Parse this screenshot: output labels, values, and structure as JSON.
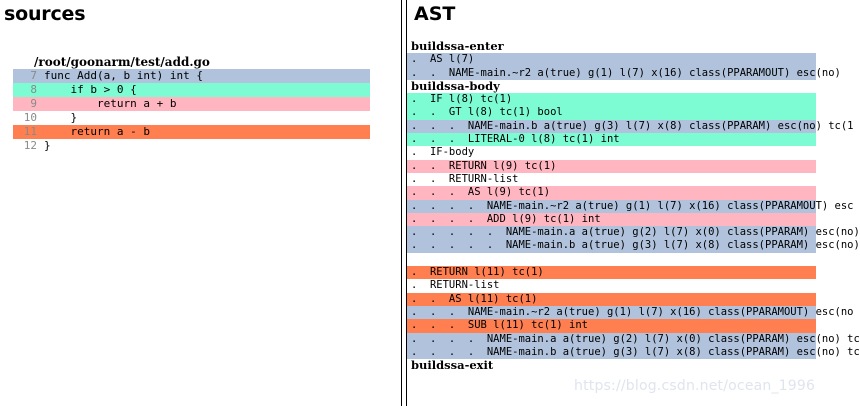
{
  "colors": {
    "blue": "#b0c2dc",
    "mint": "#7dfcd4",
    "pink": "#ffb6c1",
    "orange": "#ff7f50",
    "none": "#ffffff",
    "line_number": "#8a8a8a",
    "watermark": "#dfe4ee"
  },
  "sources": {
    "title": "sources",
    "filepath": "/root/goonarm/test/add.go",
    "lines": [
      {
        "number": "7",
        "code": "func Add(a, b int) int {",
        "highlight": "blue"
      },
      {
        "number": "8",
        "code": "    if b > 0 {",
        "highlight": "mint"
      },
      {
        "number": "9",
        "code": "        return a + b",
        "highlight": "pink"
      },
      {
        "number": "10",
        "code": "    }",
        "highlight": "none"
      },
      {
        "number": "11",
        "code": "    return a - b",
        "highlight": "orange"
      },
      {
        "number": "12",
        "code": "}",
        "highlight": "none"
      }
    ]
  },
  "ast": {
    "title": "AST",
    "lines": [
      {
        "text": "buildssa-enter",
        "highlight": "none",
        "kind": "header"
      },
      {
        "text": ".  AS l(7)",
        "highlight": "blue",
        "kind": "node"
      },
      {
        "text": ".  .  NAME-main.~r2 a(true) g(1) l(7) x(16) class(PPARAMOUT) esc(no)",
        "highlight": "blue",
        "kind": "node"
      },
      {
        "text": "buildssa-body",
        "highlight": "none",
        "kind": "header"
      },
      {
        "text": ".  IF l(8) tc(1)",
        "highlight": "mint",
        "kind": "node"
      },
      {
        "text": ".  .  GT l(8) tc(1) bool",
        "highlight": "mint",
        "kind": "node"
      },
      {
        "text": ".  .  .  NAME-main.b a(true) g(3) l(7) x(8) class(PPARAM) esc(no) tc(1",
        "highlight": "blue",
        "kind": "node"
      },
      {
        "text": ".  .  .  LITERAL-0 l(8) tc(1) int",
        "highlight": "mint",
        "kind": "node"
      },
      {
        "text": ".  IF-body",
        "highlight": "none",
        "kind": "node"
      },
      {
        "text": ".  .  RETURN l(9) tc(1)",
        "highlight": "pink",
        "kind": "node"
      },
      {
        "text": ".  .  RETURN-list",
        "highlight": "none",
        "kind": "node"
      },
      {
        "text": ".  .  .  AS l(9) tc(1)",
        "highlight": "pink",
        "kind": "node"
      },
      {
        "text": ".  .  .  .  NAME-main.~r2 a(true) g(1) l(7) x(16) class(PPARAMOUT) esc",
        "highlight": "blue",
        "kind": "node"
      },
      {
        "text": ".  .  .  .  ADD l(9) tc(1) int",
        "highlight": "pink",
        "kind": "node"
      },
      {
        "text": ".  .  .  .  .  NAME-main.a a(true) g(2) l(7) x(0) class(PPARAM) esc(no)",
        "highlight": "blue",
        "kind": "node"
      },
      {
        "text": ".  .  .  .  .  NAME-main.b a(true) g(3) l(7) x(8) class(PPARAM) esc(no)",
        "highlight": "blue",
        "kind": "node"
      },
      {
        "text": "",
        "highlight": "none",
        "kind": "blank"
      },
      {
        "text": ".  RETURN l(11) tc(1)",
        "highlight": "orange",
        "kind": "node"
      },
      {
        "text": ".  RETURN-list",
        "highlight": "none",
        "kind": "node"
      },
      {
        "text": ".  .  AS l(11) tc(1)",
        "highlight": "orange",
        "kind": "node"
      },
      {
        "text": ".  .  .  NAME-main.~r2 a(true) g(1) l(7) x(16) class(PPARAMOUT) esc(no",
        "highlight": "blue",
        "kind": "node"
      },
      {
        "text": ".  .  .  SUB l(11) tc(1) int",
        "highlight": "orange",
        "kind": "node"
      },
      {
        "text": ".  .  .  .  NAME-main.a a(true) g(2) l(7) x(0) class(PPARAM) esc(no) tc",
        "highlight": "blue",
        "kind": "node"
      },
      {
        "text": ".  .  .  .  NAME-main.b a(true) g(3) l(7) x(8) class(PPARAM) esc(no) tc",
        "highlight": "blue",
        "kind": "node"
      },
      {
        "text": "buildssa-exit",
        "highlight": "none",
        "kind": "header"
      }
    ]
  },
  "watermark": {
    "text": "https://blog.csdn.net/ocean_1996"
  }
}
